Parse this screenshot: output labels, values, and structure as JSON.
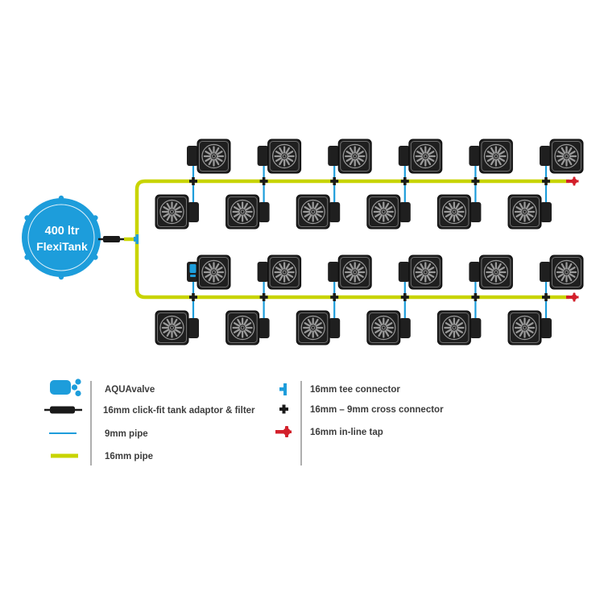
{
  "tank": {
    "line1": "400 ltr",
    "line2": "FlexiTank"
  },
  "system": {
    "rows": [
      {
        "name": "row-1",
        "top_pots": 6,
        "bottom_pots": 6,
        "aquavalve_on_first_top_pot": false,
        "end_fitting": "16mm in-line tap"
      },
      {
        "name": "row-2",
        "top_pots": 6,
        "bottom_pots": 6,
        "aquavalve_on_first_top_pot": true,
        "end_fitting": "16mm in-line tap"
      }
    ],
    "total_pots": 24
  },
  "legend": {
    "left": [
      {
        "icon": "aquavalve-icon",
        "label": "AQUAvalve"
      },
      {
        "icon": "tank-adaptor-filter-icon",
        "label": "16mm click-fit tank adaptor & filter"
      },
      {
        "icon": "9mm-pipe-icon",
        "label": "9mm pipe"
      },
      {
        "icon": "16mm-pipe-icon",
        "label": "16mm pipe"
      }
    ],
    "right": [
      {
        "icon": "tee-connector-icon",
        "label": "16mm tee connector"
      },
      {
        "icon": "cross-connector-icon",
        "label": "16mm – 9mm cross connector"
      },
      {
        "icon": "inline-tap-icon",
        "label": "16mm in-line tap"
      }
    ]
  },
  "colors": {
    "tank_blue": "#1d9ddb",
    "pipe_16mm": "#c8d400",
    "pipe_9mm": "#1d9ddb",
    "connector_black": "#1a1a1a",
    "tap_red": "#d3202b",
    "pot_fill": "#1f1f1f",
    "pot_detail": "#9a9a9a",
    "text": "#3c3c3c",
    "divider": "#777777"
  }
}
